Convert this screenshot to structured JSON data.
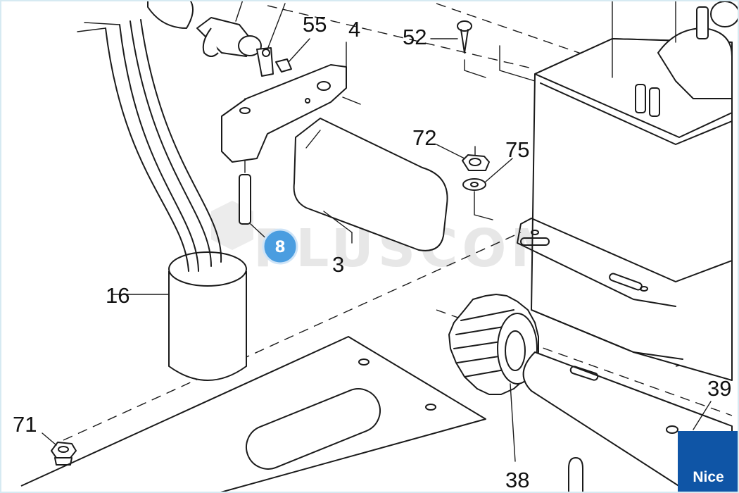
{
  "watermark": "PLUSCOM",
  "badge": "8",
  "brand": "Nice",
  "labels": {
    "p55": "55",
    "p4": "4",
    "p52": "52",
    "p72": "72",
    "p75": "75",
    "p3": "3",
    "p16": "16",
    "p71": "71",
    "p38": "38",
    "p39": "39"
  },
  "colors": {
    "line": "#1a1a1a",
    "badge": "#4a9de0",
    "brand": "#0f55a6",
    "watermark": "#e7e7e7"
  }
}
